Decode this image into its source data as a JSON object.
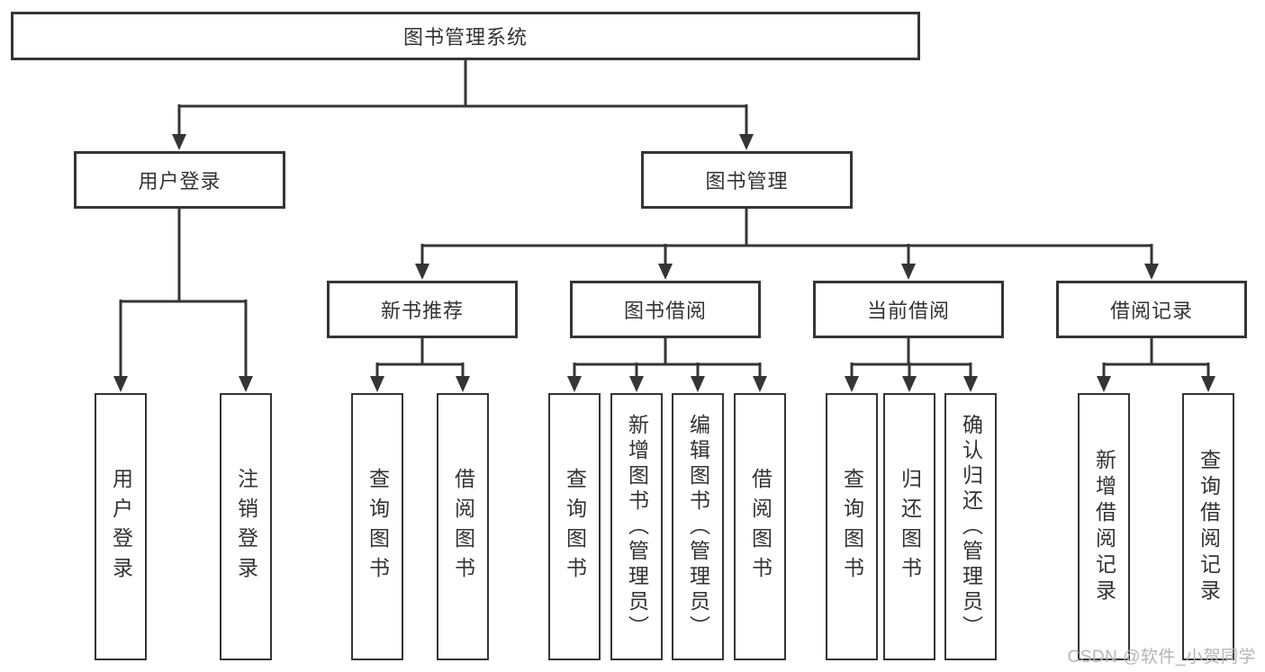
{
  "diagram": {
    "root": {
      "label": "图书管理系统"
    },
    "branches": [
      {
        "label": "用户登录",
        "leaves": [
          {
            "label": "用户登录"
          },
          {
            "label": "注销登录"
          }
        ]
      },
      {
        "label": "图书管理",
        "groups": [
          {
            "label": "新书推荐",
            "leaves": [
              {
                "label": "查询图书"
              },
              {
                "label": "借阅图书"
              }
            ]
          },
          {
            "label": "图书借阅",
            "leaves": [
              {
                "label": "查询图书"
              },
              {
                "label": "新增图书（管理员）"
              },
              {
                "label": "编辑图书（管理员）"
              },
              {
                "label": "借阅图书"
              }
            ]
          },
          {
            "label": "当前借阅",
            "leaves": [
              {
                "label": "查询图书"
              },
              {
                "label": "归还图书"
              },
              {
                "label": "确认归还（管理员）"
              }
            ]
          },
          {
            "label": "借阅记录",
            "leaves": [
              {
                "label": "新增借阅记录"
              },
              {
                "label": "查询借阅记录"
              }
            ]
          }
        ]
      }
    ],
    "watermark": {
      "text": "CSDN @软件_小贺同学",
      "color": "#b5b5b5"
    },
    "colors": {
      "line": "#353535",
      "box_border": "#353535",
      "text": "#333333",
      "background": "#ffffff"
    }
  }
}
